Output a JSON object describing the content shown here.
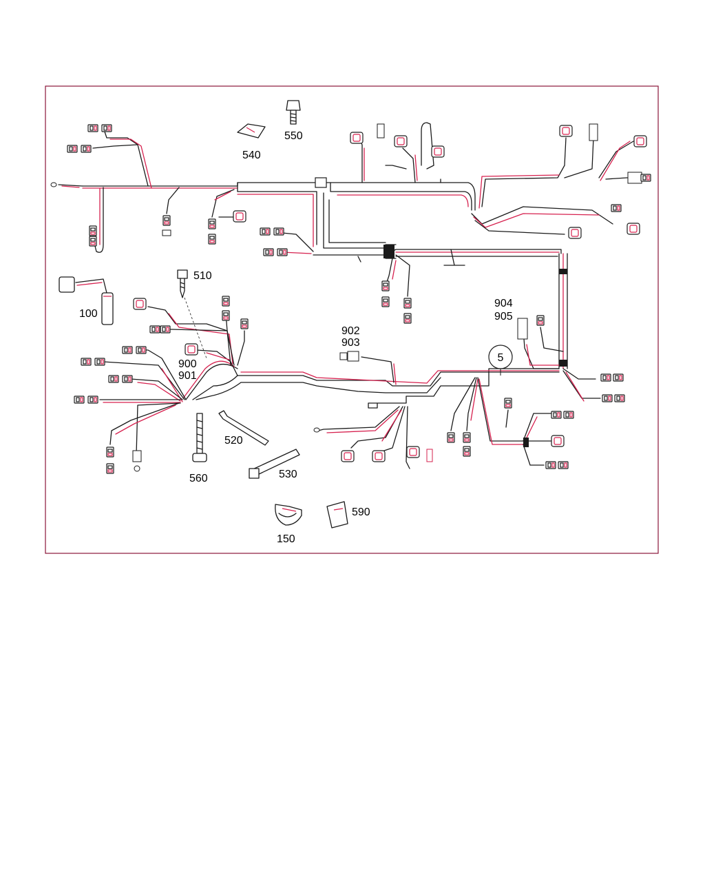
{
  "diagram": {
    "frame_color": "#8a1538",
    "wire_black": "#1a1a1a",
    "wire_red": "#d6204e",
    "labels": {
      "l100": "100",
      "l150": "150",
      "l510": "510",
      "l520": "520",
      "l530": "530",
      "l540": "540",
      "l550": "550",
      "l560": "560",
      "l590": "590",
      "l900": "900",
      "l901": "901",
      "l902": "902",
      "l903": "903",
      "l904": "904",
      "l905": "905",
      "callout5": "5"
    },
    "icons": {
      "part100": "sensor-connector-icon",
      "part150": "cable-clamp-icon",
      "part510": "screw-icon",
      "part520": "cable-tie-icon",
      "part530": "cable-strap-icon",
      "part540": "clip-holder-icon",
      "part550": "bolt-icon",
      "part560": "stud-bolt-icon",
      "part590": "retaining-clip-icon"
    }
  }
}
